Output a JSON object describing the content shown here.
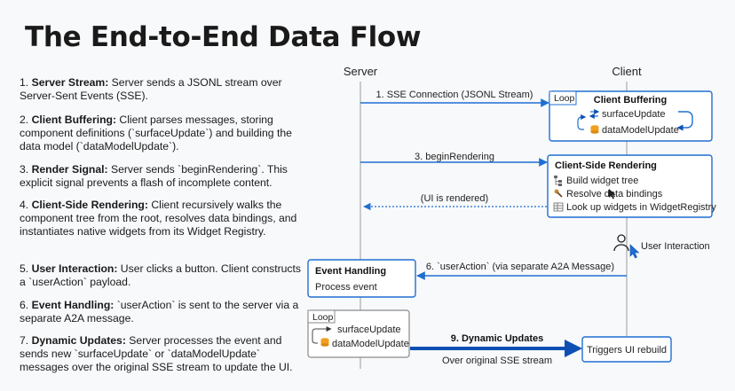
{
  "title": "The End-to-End Data Flow",
  "steps": [
    {
      "num": "1.",
      "head": "Server Stream:",
      "body": " Server sends a JSONL stream over Server-Sent Events (SSE)."
    },
    {
      "num": "2.",
      "head": "Client Buffering:",
      "body": " Client parses messages, storing component definitions (`surfaceUpdate`) and building the data model (`dataModelUpdate`)."
    },
    {
      "num": "3.",
      "head": "Render Signal:",
      "body": " Server sends `beginRendering`. This explicit signal prevents a flash of incomplete content."
    },
    {
      "num": "4.",
      "head": "Client-Side Rendering:",
      "body": " Client recursively walks the component tree from the root, resolves data bindings, and instantiates native widgets from its Widget Registry."
    },
    {
      "num": "5.",
      "head": "User Interaction:",
      "body": " User clicks a button. Client constructs a `userAction` payload."
    },
    {
      "num": "6.",
      "head": "Event Handling:",
      "body": " `userAction` is sent to the server via a separate A2A message."
    },
    {
      "num": "7.",
      "head": "Dynamic Updates:",
      "body": " Server processes the event and sends new `surfaceUpdate` or `dataModelUpdate` messages over the original SSE stream to update the UI."
    }
  ],
  "diagram": {
    "server_label": "Server",
    "client_label": "Client",
    "msg1": "1. SSE Connection (JSONL Stream)",
    "loop1_tag": "Loop",
    "client_buffering_title": "Client Buffering",
    "surface_update": "surfaceUpdate",
    "data_model_update": "dataModelUpdate",
    "msg3": "3. beginRendering",
    "rendering_title": "Client-Side Rendering",
    "render_item1": "Build widget tree",
    "render_item2": "Resolve data bindings",
    "render_item3": "Look up widgets in WidgetRegistry",
    "ui_rendered": "(UI is rendered)",
    "user_interaction": "User Interaction",
    "msg6": "6. `userAction` (via separate A2A Message)",
    "event_title": "Event Handling",
    "event_body": "Process event",
    "loop2_tag": "Loop",
    "surface_update2": "surfaceUpdate",
    "data_model_update2": "dataModelUpdate",
    "msg9": "9. Dynamic Updates",
    "msg9_sub": "Over original SSE stream",
    "triggers": "Triggers UI rebuild"
  },
  "colors": {
    "accent": "#1f6fd1",
    "dark_blue": "#0d4fb3",
    "lifeline": "#999999",
    "box_border": "#8a8a8a"
  }
}
